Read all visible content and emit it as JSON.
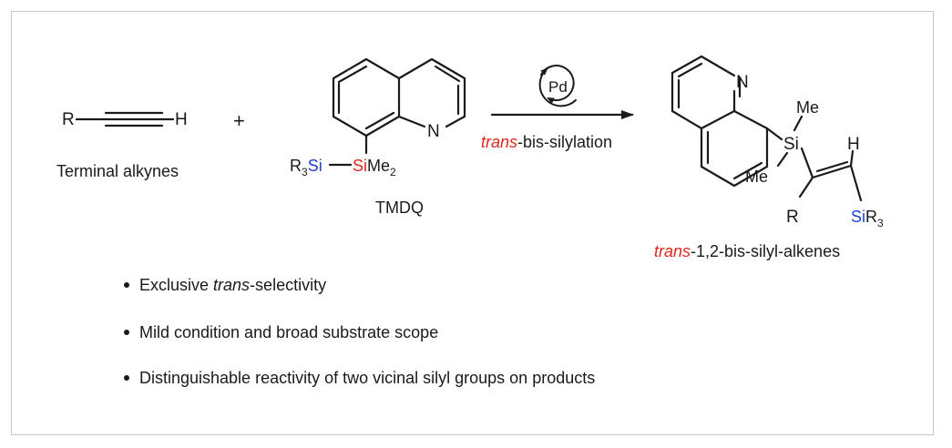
{
  "figure": {
    "alkyne": {
      "r": "R",
      "h": "H",
      "caption": "Terminal alkynes"
    },
    "plus": "+",
    "tmdq": {
      "n": "N",
      "r3": "R",
      "r3_sub": "3",
      "si_left": "Si",
      "si_right": "Si",
      "me2": "Me",
      "me2_sub": "2",
      "caption": "TMDQ"
    },
    "arrow": {
      "catalyst": "Pd",
      "label_italic": "trans",
      "label_rest": "-bis-silylation"
    },
    "product": {
      "n": "N",
      "si": "Si",
      "me_top": "Me",
      "me_bottom": "Me",
      "h": "H",
      "r": "R",
      "si_r3": "Si",
      "r3": "R",
      "r3_sub": "3",
      "caption_italic": "trans",
      "caption_rest": "-1,2-bis-silyl-alkenes"
    },
    "colors": {
      "red": "#e0261c",
      "blue": "#1d3fd6",
      "text": "#1a1a1a"
    }
  },
  "bullets": [
    {
      "pre": "Exclusive ",
      "italic": "trans",
      "post": "-selectivity"
    },
    {
      "pre": "Mild condition and broad substrate scope",
      "italic": "",
      "post": ""
    },
    {
      "pre": "Distinguishable reactivity of two vicinal silyl groups on products",
      "italic": "",
      "post": ""
    }
  ]
}
